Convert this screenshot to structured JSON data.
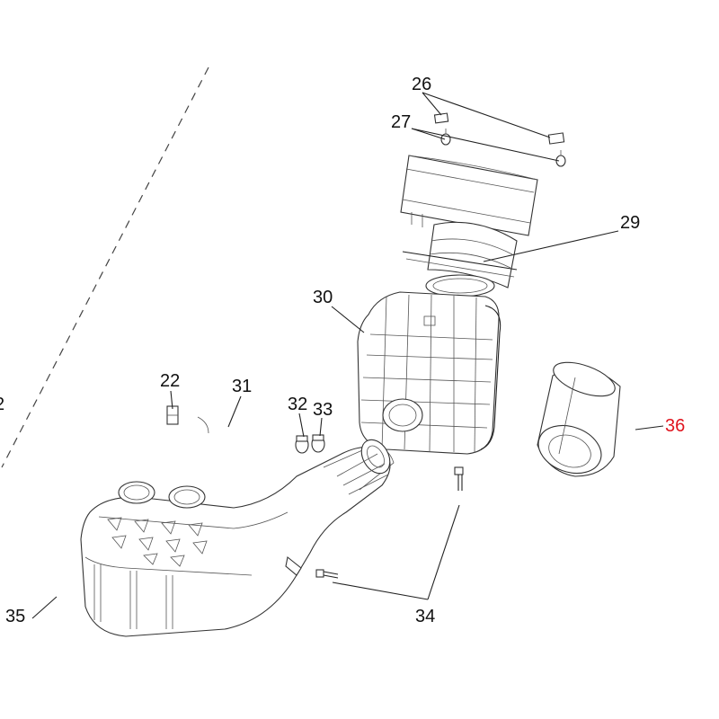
{
  "callouts": [
    {
      "id": "22",
      "text": "22"
    },
    {
      "id": "26",
      "text": "26"
    },
    {
      "id": "27",
      "text": "27"
    },
    {
      "id": "29",
      "text": "29"
    },
    {
      "id": "30",
      "text": "30"
    },
    {
      "id": "31",
      "text": "31"
    },
    {
      "id": "32",
      "text": "32"
    },
    {
      "id": "33",
      "text": "33"
    },
    {
      "id": "34",
      "text": "34"
    },
    {
      "id": "35",
      "text": "35"
    },
    {
      "id": "36",
      "text": "36"
    },
    {
      "id": "edge",
      "text": "2"
    }
  ],
  "colors": {
    "highlight": "#e0141e",
    "line": "#222222"
  }
}
